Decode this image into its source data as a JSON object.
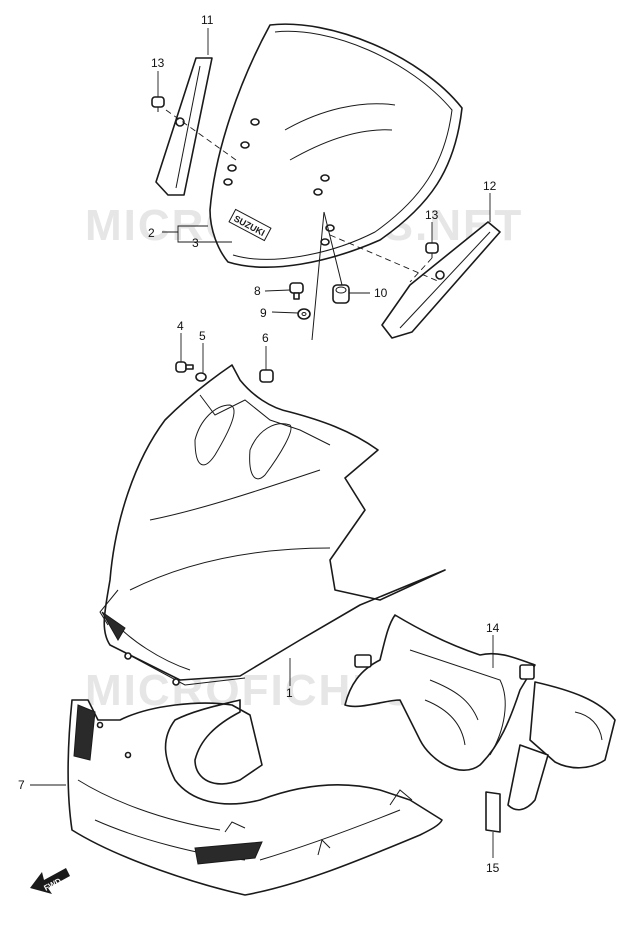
{
  "watermark": "MICROFICHES.NET",
  "logo_text": "SUZUKI",
  "fwd_text": "FWD",
  "callouts": [
    "1",
    "2",
    "3",
    "4",
    "5",
    "6",
    "7",
    "8",
    "9",
    "10",
    "11",
    "12",
    "13",
    "13",
    "14",
    "15"
  ]
}
